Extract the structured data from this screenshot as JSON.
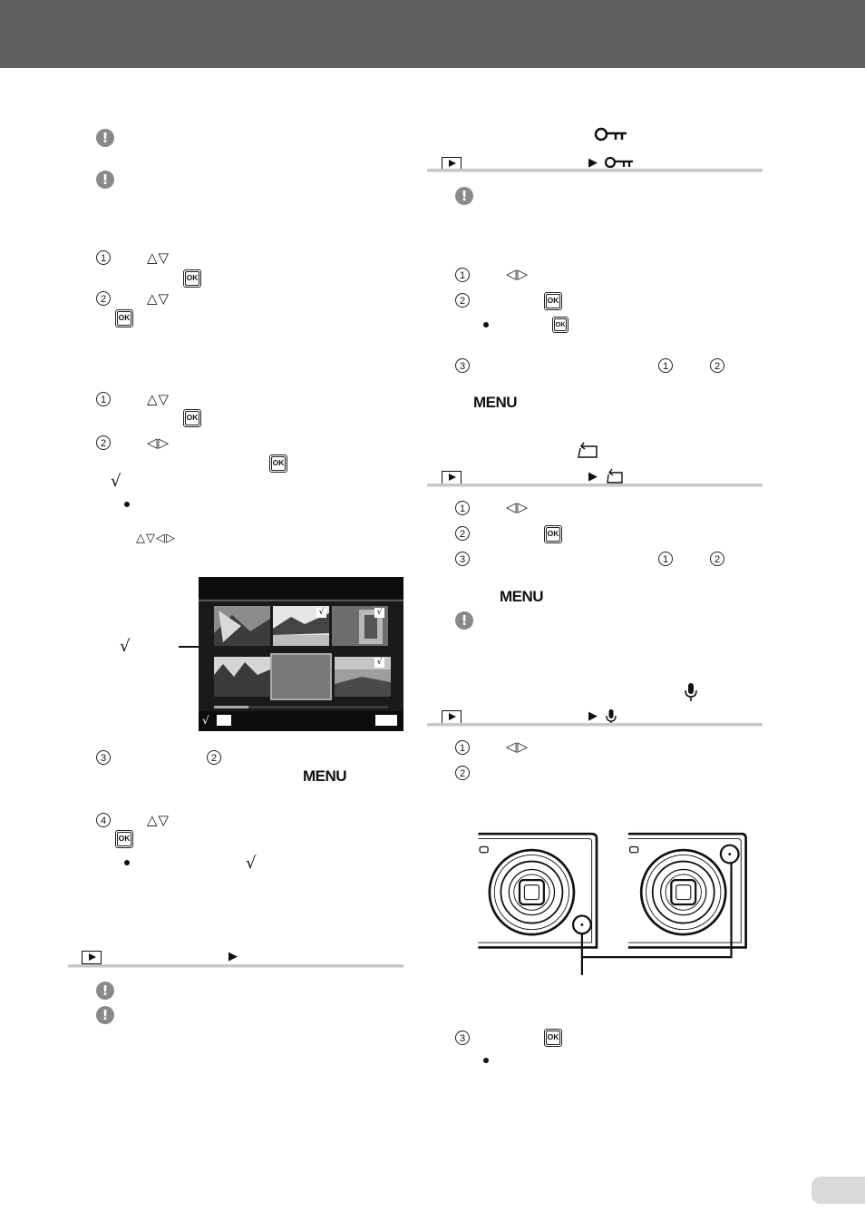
{
  "header": {
    "title": ""
  },
  "icons": {
    "warning": "!",
    "ok_button": "OK",
    "menu_button": "MENU",
    "up_down": "△▽",
    "left_right": "◁▷",
    "all_arrows": "△▽◁▷",
    "check_mark": "√",
    "play_arrow": "▶",
    "circled_1": "1",
    "circled_2": "2",
    "circled_3": "3",
    "circled_4": "4",
    "key_icon": "protect-key-icon",
    "rotate_icon": "rotate-icon",
    "mic_icon": "microphone-icon",
    "playback_icon": "playback-icon"
  },
  "colors": {
    "header_bar": "#5f5f5f",
    "warning": "#8a8a8a",
    "rule": "#c8c8c8",
    "page_tab": "#d9d9d9"
  }
}
